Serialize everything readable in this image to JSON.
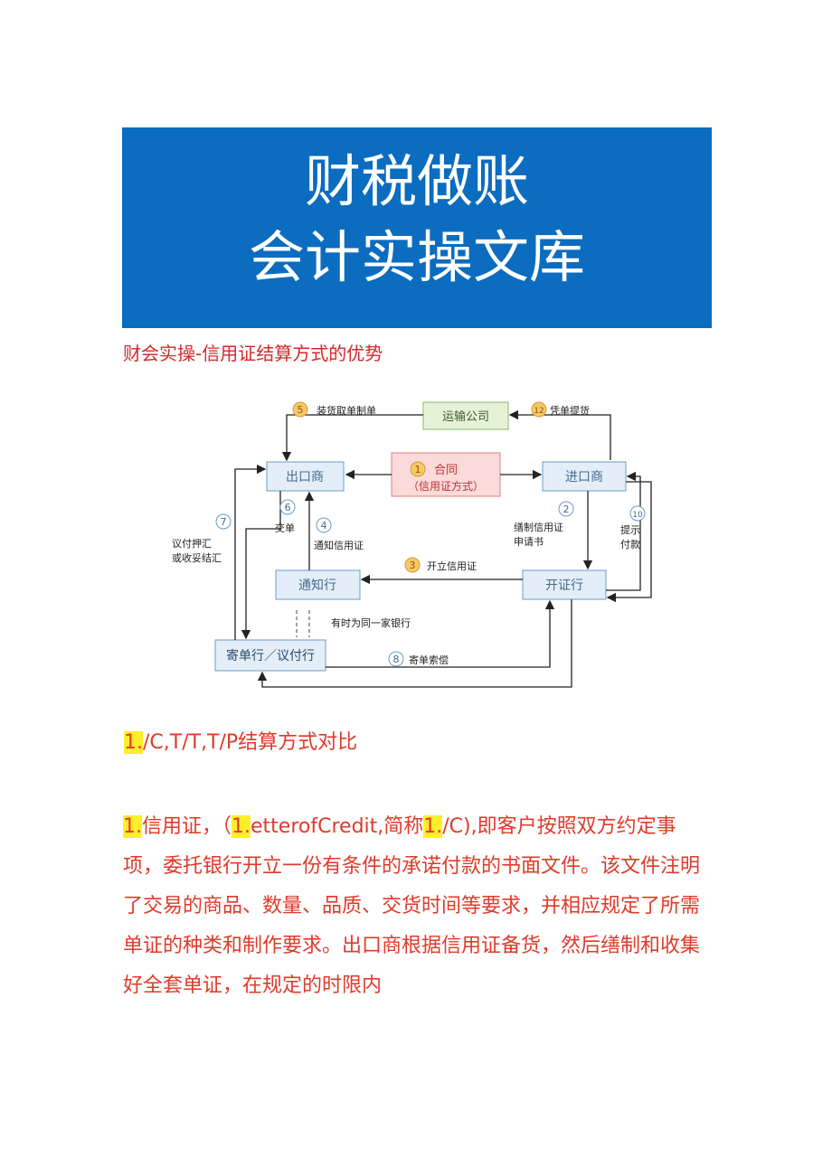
{
  "banner": {
    "line1": "财税做账",
    "line2": "会计实操文库"
  },
  "subtitle": "财会实操-信用证结算方式的优势",
  "diagram": {
    "boxes": {
      "exporter": "出口商",
      "contract": "合同",
      "contract_sub": "（信用证方式）",
      "importer": "进口商",
      "shipping": "运输公司",
      "advising_bank": "通知行",
      "issuing_bank": "开证行",
      "negotiating_bank": "寄单行／议付行"
    },
    "steps": [
      {
        "num": "1",
        "label": "合同"
      },
      {
        "num": "2",
        "label": "缮制信用证申请书"
      },
      {
        "num": "3",
        "label": "开立信用证"
      },
      {
        "num": "4",
        "label": "通知信用证"
      },
      {
        "num": "5",
        "label": "装货取单制单"
      },
      {
        "num": "6",
        "label": "交单"
      },
      {
        "num": "7",
        "label": "议付押汇或收妥结汇"
      },
      {
        "num": "8",
        "label": "寄单索偿"
      },
      {
        "num": "10",
        "label": "提示付款"
      },
      {
        "num": "12",
        "label": "凭单提货"
      }
    ],
    "label_2a": "缮制信用证",
    "label_2b": "申请书",
    "label_7a": "议付押汇",
    "label_7b": "或收妥结汇",
    "label_10a": "提示",
    "label_10b": "付款",
    "same_bank_note": "有时为同一家银行"
  },
  "heading": {
    "hl": "1.",
    "rest": "/C,T/T,T/P结算方式对比"
  },
  "paragraph": {
    "hl1": "1.",
    "t1": "信用证，（",
    "hl2": "1.",
    "t2": "etterofCredit,简称",
    "hl3": "1.",
    "t3": "/C),即客户按照双方约定事项，委托银行开立一份有条件的承诺付款的书面文件。该文件注明了交易的商品、数量、品质、交货时间等要求，并相应规定了所需单证的种类和制作要求。出口商根据信用证备货，然后缮制和收集好全套单证，在规定的时限内"
  }
}
